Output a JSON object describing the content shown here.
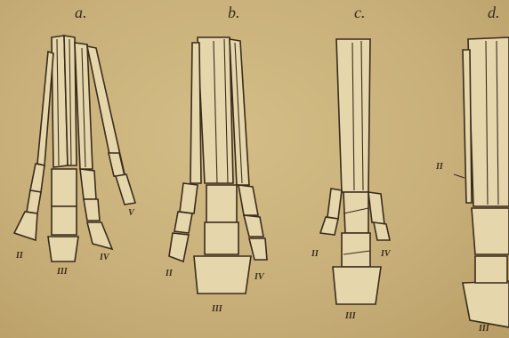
{
  "figure": {
    "panels": [
      {
        "id": "a",
        "label": "a.",
        "digits": [
          "II",
          "III",
          "IV",
          "V"
        ]
      },
      {
        "id": "b",
        "label": "b.",
        "digits": [
          "II",
          "III",
          "IV"
        ]
      },
      {
        "id": "c",
        "label": "c.",
        "digits": [
          "II",
          "III",
          "IV"
        ]
      },
      {
        "id": "d",
        "label": "d.",
        "digits": [
          "II",
          "III"
        ]
      }
    ]
  },
  "colors": {
    "background": "#c8b07a",
    "bone": "#e6d6ab",
    "ink": "#3a2c1c"
  }
}
